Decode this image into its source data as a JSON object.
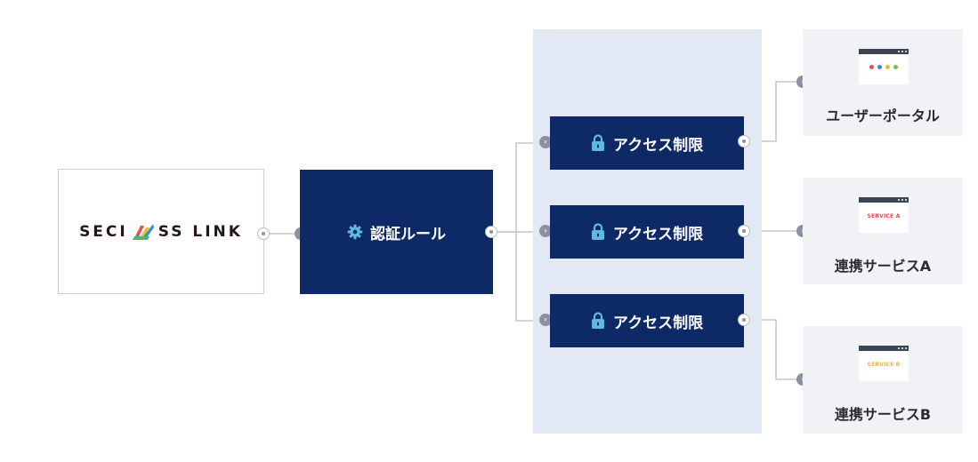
{
  "source": {
    "logo_left": "SECI",
    "logo_right": "SS LINK"
  },
  "auth": {
    "label": "認証ルール",
    "icon": "gear-icon"
  },
  "access": [
    {
      "label": "アクセス制限",
      "icon": "lock-icon"
    },
    {
      "label": "アクセス制限",
      "icon": "lock-icon"
    },
    {
      "label": "アクセス制限",
      "icon": "lock-icon"
    }
  ],
  "services": [
    {
      "name": "ユーザーポータル",
      "tag": "",
      "dot_colors": [
        "#e94f4f",
        "#4b83d9",
        "#f0b92b",
        "#6cc04a"
      ]
    },
    {
      "name": "連携サービスA",
      "tag": "SERVICE A",
      "tag_color": "#e34b4b"
    },
    {
      "name": "連携サービスB",
      "tag": "SERVICE B",
      "tag_color": "#f3b43a"
    }
  ],
  "colors": {
    "navy": "#0e2a66",
    "band": "#e2e8f4",
    "connector": "#b7bcc5",
    "port": "#8a92a0",
    "lock": "#5fb7e6"
  }
}
